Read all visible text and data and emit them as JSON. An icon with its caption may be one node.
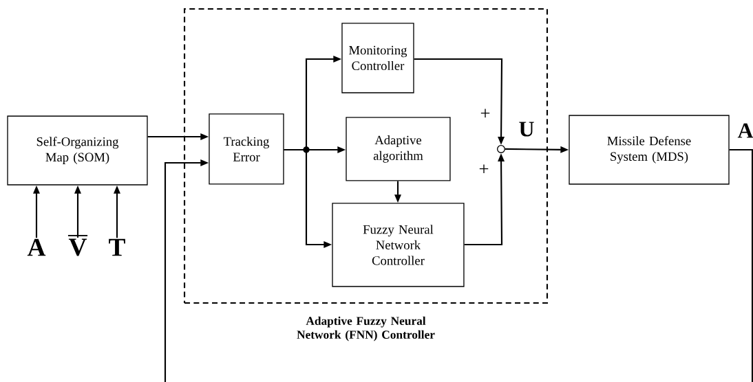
{
  "diagram": {
    "nodes": [
      {
        "text": [
          "Adaptive Fuzzy Neural Network (FNN) Controller"
        ]
      },
      {
        "text": [
          "Self-Organizing Map (SOM)"
        ]
      },
      {
        "text": [
          "Tracking Error"
        ],
        "in": 0
      },
      {
        "text": [
          "Monitoring Controller"
        ],
        "in": 0
      },
      {
        "text": [
          "Adaptive algorithm"
        ],
        "in": 0
      },
      {
        "text": [
          "Fuzzy Neural Network Controller"
        ],
        "in": 0
      },
      {
        "text": [],
        "shape": "circle",
        "in": 0
      },
      {
        "text": [
          "Missile Defense System (MDS)"
        ]
      },
      {
        "text": [
          "A"
        ]
      },
      {
        "text": [
          "V"
        ]
      },
      {
        "text": [
          "T"
        ]
      }
    ],
    "edges": [
      {
        "from": 8,
        "to": 1,
        "arrow": "to"
      },
      {
        "from": 9,
        "to": 1,
        "arrow": "to"
      },
      {
        "from": 10,
        "to": 1,
        "arrow": "to"
      },
      {
        "from": 1,
        "to": 2,
        "arrow": "to"
      },
      {
        "from": 7,
        "to": 2,
        "arrow": "to",
        "label": "A"
      },
      {
        "from": 2,
        "to": 3,
        "arrow": "to"
      },
      {
        "from": 2,
        "to": 4,
        "arrow": "to"
      },
      {
        "from": 2,
        "to": 5,
        "arrow": "to"
      },
      {
        "from": 4,
        "to": 5,
        "arrow": "to"
      },
      {
        "from": 3,
        "to": 6,
        "arrow": "to"
      },
      {
        "from": 5,
        "to": 6,
        "arrow": "to"
      },
      {
        "from": 6,
        "to": 7,
        "arrow": "to",
        "label": "U"
      }
    ],
    "labels": [
      "+",
      "+"
    ]
  }
}
